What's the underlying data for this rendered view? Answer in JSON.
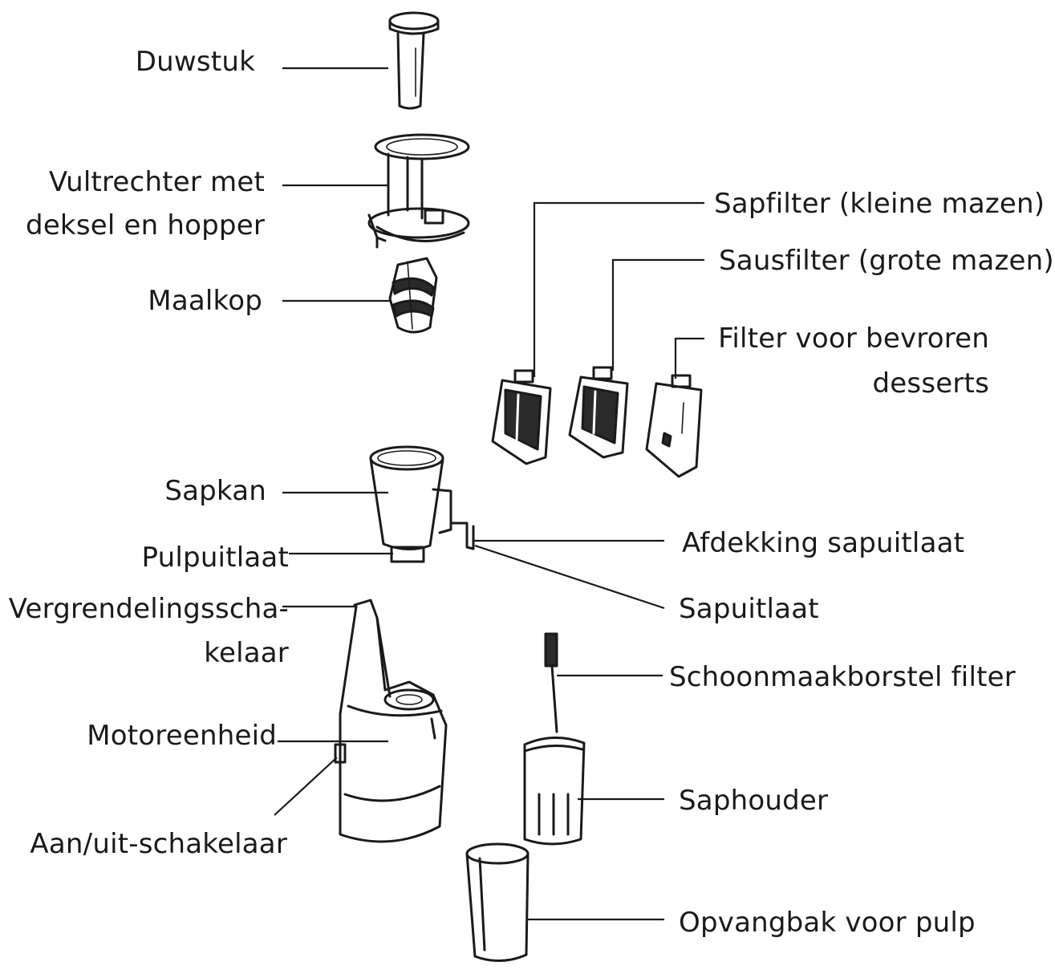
{
  "labels": {
    "duwstuk": "Duwstuk",
    "vultrechter_1": "Vultrechter met",
    "vultrechter_2": "deksel en hopper",
    "maalkop": "Maalkop",
    "sapfilter": "Sapfilter (kleine mazen)",
    "sausfilter": "Sausfilter (grote mazen)",
    "bevroren_1": "Filter voor bevroren",
    "bevroren_2": "desserts",
    "sapkan": "Sapkan",
    "pulpuitlaat": "Pulpuitlaat",
    "afdekking": "Afdekking sapuitlaat",
    "sapuitlaat": "Sapuitlaat",
    "vergrendeling_1": "Vergrendelingsscha-",
    "vergrendeling_2": "kelaar",
    "schoonmaak": "Schoonmaakborstel filter",
    "motoreenheid": "Motoreenheid",
    "saphouder": "Saphouder",
    "aanuit": "Aan/uit-schakelaar",
    "opvangbak": "Opvangbak voor pulp"
  }
}
